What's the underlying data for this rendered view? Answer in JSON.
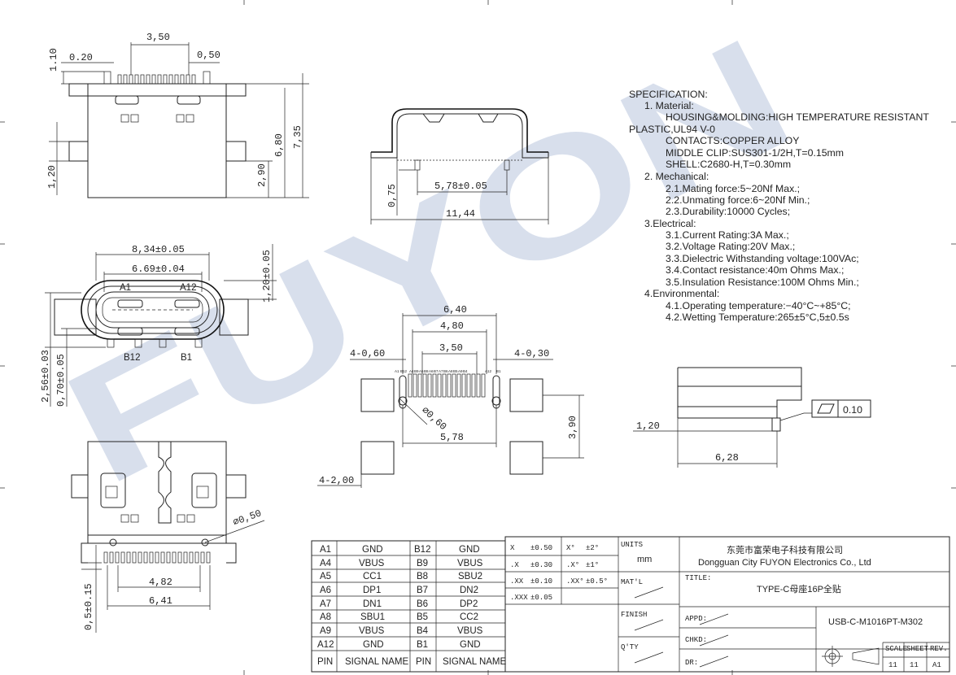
{
  "colors": {
    "line": "#222222",
    "watermark": "#b9c6de",
    "background": "#ffffff"
  },
  "watermark": {
    "text": "FUYON"
  },
  "top_view": {
    "dims": {
      "pitch": "3,50",
      "pin_w": "0.20",
      "pin_gap": "0,50",
      "top_h": "1.10",
      "tab_h": "1,20",
      "clip_h": "2,90",
      "body_h": "6,80",
      "total_h": "7,35"
    }
  },
  "side_view": {
    "dims": {
      "height": "0,75",
      "pad_span": "5,78±0.05",
      "length": "11,44"
    }
  },
  "front_view": {
    "dims": {
      "shell_w": "8,34±0.05",
      "inner_w": "6.69±0.04",
      "height": "1,20±0.05",
      "total_h": "2,56±0.03",
      "offset": "0,70±0.05"
    },
    "labels": {
      "a1": "A1",
      "a12": "A12",
      "b12": "B12",
      "b1": "B1"
    }
  },
  "bottom_view": {
    "dims": {
      "hole": "∅0,50",
      "inner": "4,82",
      "outer": "6,41",
      "stand": "0,5±0.15"
    }
  },
  "pcb_layout": {
    "dims": {
      "w1": "6,40",
      "w2": "4,80",
      "w3": "3,50",
      "slot_l": "4-0,60",
      "slot_r": "4-0,30",
      "hole": "∅0,60",
      "pad_span": "5,78",
      "pad_h": "3,90",
      "pad_sz": "4-2,00"
    },
    "pin_labels": [
      "A1",
      "B12",
      "A4",
      "B9",
      "A5",
      "B8",
      "A6",
      "B7",
      "A7",
      "B6",
      "A8",
      "B5",
      "A9",
      "B4",
      "A12",
      "B1"
    ]
  },
  "spec": {
    "lines": [
      "SPECIFICATION:",
      "1.  Material:",
      "HOUSING&MOLDING:HIGH  TEMPERATURE  RESISTANT",
      "PLASTIC,UL94  V-0",
      "CONTACTS:COPPER  ALLOY",
      "MIDDLE  CLIP:SUS301-1/2H,T=0.15mm",
      "SHELL:C2680-H,T=0.30mm",
      "2.  Mechanical:",
      "2.1.Mating  force:5~20Nf  Max.;",
      "2.2.Unmating  force:6~20Nf  Min.;",
      "2.3.Durability:10000  Cycles;",
      "3.Electrical:",
      "3.1.Current  Rating:3A  Max.;",
      "3.2.Voltage  Rating:20V  Max.;",
      "3.3.Dielectric  Withstanding  voltage:100VAc;",
      "3.4.Contact  resistance:40m  Ohms  Max.;",
      "3.5.Insulation  Resistance:100M  Ohms  Min.;",
      "4.Environmental:",
      "4.1.Operating  temperature:−40°C~+85°C;",
      "4.2.Wetting  Temperature:265±5°C,5±0.5s"
    ]
  },
  "coplanarity": {
    "h": "1,20",
    "w": "6,28",
    "tol": "0.10"
  },
  "pin_table": {
    "rows": [
      [
        "A1",
        "GND",
        "B12",
        "GND"
      ],
      [
        "A4",
        "VBUS",
        "B9",
        "VBUS"
      ],
      [
        "A5",
        "CC1",
        "B8",
        "SBU2"
      ],
      [
        "A6",
        "DP1",
        "B7",
        "DN2"
      ],
      [
        "A7",
        "DN1",
        "B6",
        "DP2"
      ],
      [
        "A8",
        "SBU1",
        "B5",
        "CC2"
      ],
      [
        "A9",
        "VBUS",
        "B4",
        "VBUS"
      ],
      [
        "A12",
        "GND",
        "B1",
        "GND"
      ]
    ],
    "header": [
      "PIN",
      "SIGNAL NAME",
      "PIN",
      "SIGNAL NAME"
    ]
  },
  "title_block": {
    "tolerances": [
      [
        "X",
        "±0.50",
        "X°",
        "±2°"
      ],
      [
        ".X",
        "±0.30",
        ".X°",
        "±1°"
      ],
      [
        ".XX",
        "±0.10",
        ".XX°",
        "±0.5°"
      ],
      [
        ".XXX",
        "±0.05",
        "",
        ""
      ]
    ],
    "units_label": "UNITS",
    "units": "mm",
    "matl": "MAT'L",
    "finish": "FINISH",
    "qty": "Q'TY",
    "company_cn": "东莞市富荣电子科技有限公司",
    "company_en": "Dongguan City FUYON Electronics Co., Ltd",
    "title_label": "TITLE:",
    "title": "TYPE-C母座16P全贴",
    "appd": "APPD:",
    "chkd": "CHKD:",
    "dr": "DR:",
    "part_no": "USB-C-M1016PT-M302",
    "scale_label": "SCALE",
    "sheet_label": "SHEET",
    "rev_label": "REV.",
    "scale": "11",
    "sheet": "11",
    "rev": "A1"
  }
}
